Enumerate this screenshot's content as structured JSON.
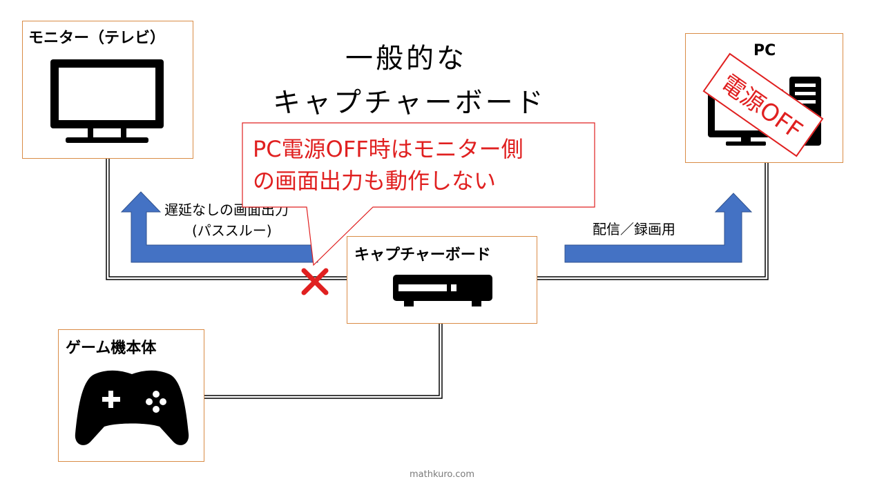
{
  "title": {
    "line1": "一般的な",
    "line2": "キャプチャーボード"
  },
  "nodes": {
    "monitor": {
      "label": "モニター（テレビ）",
      "icon": "tv-icon"
    },
    "pc": {
      "label": "PC",
      "icon": "desktop-computer-icon"
    },
    "capture": {
      "label": "キャプチャーボード",
      "icon": "capture-device-icon"
    },
    "game": {
      "label": "ゲーム機本体",
      "icon": "gamepad-icon"
    }
  },
  "arrows": {
    "passthrough_line1": "遅延なしの画面出力",
    "passthrough_line2": "(パススルー)",
    "stream": "配信／録画用"
  },
  "stamp": {
    "text": "電源OFF"
  },
  "callout": {
    "line1": "PC電源OFF時はモニター側",
    "line2": "の画面出力も動作しない"
  },
  "footer": "mathkuro.com",
  "colors": {
    "box_border": "#d98b45",
    "arrow_fill": "#4472c4",
    "alert_red": "#e02020"
  }
}
